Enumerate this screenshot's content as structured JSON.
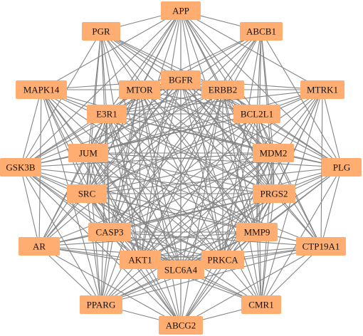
{
  "diagram": {
    "type": "network",
    "node_color": "#FFAD71",
    "edge_color": "#858585",
    "nodes": [
      {
        "id": "APP",
        "label": "APP"
      },
      {
        "id": "PGR",
        "label": "PGR"
      },
      {
        "id": "ABCB1",
        "label": "ABCB1"
      },
      {
        "id": "BGFR",
        "label": "BGFR"
      },
      {
        "id": "MAPK14",
        "label": "MAPK14"
      },
      {
        "id": "MTOR",
        "label": "MTOR"
      },
      {
        "id": "ERBB2",
        "label": "ERBB2"
      },
      {
        "id": "MTRK1",
        "label": "MTRK1"
      },
      {
        "id": "E3R1",
        "label": "E3R1"
      },
      {
        "id": "BCL2L1",
        "label": "BCL2L1"
      },
      {
        "id": "JUM",
        "label": "JUM"
      },
      {
        "id": "MDM2",
        "label": "MDM2"
      },
      {
        "id": "GSK3B",
        "label": "GSK3B"
      },
      {
        "id": "PLG",
        "label": "PLG"
      },
      {
        "id": "SRC",
        "label": "SRC"
      },
      {
        "id": "PRGS2",
        "label": "PRGS2"
      },
      {
        "id": "CASP3",
        "label": "CASP3"
      },
      {
        "id": "MMP9",
        "label": "MMP9"
      },
      {
        "id": "AR",
        "label": "AR"
      },
      {
        "id": "CTP19A1",
        "label": "CTP19A1"
      },
      {
        "id": "AKT1",
        "label": "AKT1"
      },
      {
        "id": "PRKCA",
        "label": "PRKCA"
      },
      {
        "id": "SLC6A4",
        "label": "SLC6A4"
      },
      {
        "id": "PPARG",
        "label": "PPARG"
      },
      {
        "id": "CMR1",
        "label": "CMR1"
      },
      {
        "id": "ABCG2",
        "label": "ABCG2"
      }
    ],
    "edges": [
      [
        "APP",
        "PGR"
      ],
      [
        "APP",
        "ABCB1"
      ],
      [
        "APP",
        "BGFR"
      ],
      [
        "APP",
        "MTOR"
      ],
      [
        "APP",
        "ERBB2"
      ],
      [
        "APP",
        "E3R1"
      ],
      [
        "APP",
        "BCL2L1"
      ],
      [
        "APP",
        "JUM"
      ],
      [
        "APP",
        "MDM2"
      ],
      [
        "APP",
        "SRC"
      ],
      [
        "APP",
        "PRGS2"
      ],
      [
        "APP",
        "CASP3"
      ],
      [
        "APP",
        "MMP9"
      ],
      [
        "APP",
        "AKT1"
      ],
      [
        "APP",
        "PRKCA"
      ],
      [
        "APP",
        "SLC6A4"
      ],
      [
        "APP",
        "MAPK14"
      ],
      [
        "APP",
        "MTRK1"
      ],
      [
        "APP",
        "GSK3B"
      ],
      [
        "APP",
        "PLG"
      ],
      [
        "PGR",
        "MTOR"
      ],
      [
        "PGR",
        "E3R1"
      ],
      [
        "PGR",
        "JUM"
      ],
      [
        "PGR",
        "SRC"
      ],
      [
        "PGR",
        "CASP3"
      ],
      [
        "PGR",
        "AKT1"
      ],
      [
        "PGR",
        "ERBB2"
      ],
      [
        "PGR",
        "BGFR"
      ],
      [
        "PGR",
        "MDM2"
      ],
      [
        "PGR",
        "PRGS2"
      ],
      [
        "PGR",
        "MMP9"
      ],
      [
        "PGR",
        "BCL2L1"
      ],
      [
        "PGR",
        "SLC6A4"
      ],
      [
        "PGR",
        "GSK3B"
      ],
      [
        "ABCB1",
        "MTOR"
      ],
      [
        "ABCB1",
        "ERBB2"
      ],
      [
        "ABCB1",
        "BCL2L1"
      ],
      [
        "ABCB1",
        "MDM2"
      ],
      [
        "ABCB1",
        "PRGS2"
      ],
      [
        "ABCB1",
        "MMP9"
      ],
      [
        "ABCB1",
        "AKT1"
      ],
      [
        "ABCB1",
        "PRKCA"
      ],
      [
        "ABCB1",
        "SRC"
      ],
      [
        "ABCB1",
        "CASP3"
      ],
      [
        "ABCB1",
        "E3R1"
      ],
      [
        "ABCB1",
        "PLG"
      ],
      [
        "ABCB1",
        "JUM"
      ],
      [
        "MAPK14",
        "MTOR"
      ],
      [
        "MAPK14",
        "E3R1"
      ],
      [
        "MAPK14",
        "JUM"
      ],
      [
        "MAPK14",
        "SRC"
      ],
      [
        "MAPK14",
        "CASP3"
      ],
      [
        "MAPK14",
        "AKT1"
      ],
      [
        "MAPK14",
        "BGFR"
      ],
      [
        "MAPK14",
        "ERBB2"
      ],
      [
        "MAPK14",
        "MDM2"
      ],
      [
        "MAPK14",
        "PRGS2"
      ],
      [
        "MAPK14",
        "MMP9"
      ],
      [
        "MAPK14",
        "SLC6A4"
      ],
      [
        "MAPK14",
        "PPARG"
      ],
      [
        "MAPK14",
        "GSK3B"
      ],
      [
        "MAPK14",
        "AR"
      ],
      [
        "MAPK14",
        "PRKCA"
      ],
      [
        "MTRK1",
        "ERBB2"
      ],
      [
        "MTRK1",
        "BCL2L1"
      ],
      [
        "MTRK1",
        "MDM2"
      ],
      [
        "MTRK1",
        "PRGS2"
      ],
      [
        "MTRK1",
        "MMP9"
      ],
      [
        "MTRK1",
        "CTP19A1"
      ],
      [
        "MTRK1",
        "PRKCA"
      ],
      [
        "MTRK1",
        "AKT1"
      ],
      [
        "MTRK1",
        "SRC"
      ],
      [
        "MTRK1",
        "CASP3"
      ],
      [
        "MTRK1",
        "MTOR"
      ],
      [
        "MTRK1",
        "BGFR"
      ],
      [
        "MTRK1",
        "E3R1"
      ],
      [
        "MTRK1",
        "JUM"
      ],
      [
        "MTRK1",
        "CMR1"
      ],
      [
        "MTRK1",
        "PLG"
      ],
      [
        "GSK3B",
        "JUM"
      ],
      [
        "GSK3B",
        "E3R1"
      ],
      [
        "GSK3B",
        "SRC"
      ],
      [
        "GSK3B",
        "CASP3"
      ],
      [
        "GSK3B",
        "AKT1"
      ],
      [
        "GSK3B",
        "MTOR"
      ],
      [
        "GSK3B",
        "BGFR"
      ],
      [
        "GSK3B",
        "MDM2"
      ],
      [
        "GSK3B",
        "PRGS2"
      ],
      [
        "GSK3B",
        "MMP9"
      ],
      [
        "GSK3B",
        "BCL2L1"
      ],
      [
        "GSK3B",
        "SLC6A4"
      ],
      [
        "GSK3B",
        "PPARG"
      ],
      [
        "GSK3B",
        "ABCG2"
      ],
      [
        "GSK3B",
        "AR"
      ],
      [
        "GSK3B",
        "ERBB2"
      ],
      [
        "GSK3B",
        "PRKCA"
      ],
      [
        "PLG",
        "MDM2"
      ],
      [
        "PLG",
        "PRGS2"
      ],
      [
        "PLG",
        "BCL2L1"
      ],
      [
        "PLG",
        "MMP9"
      ],
      [
        "PLG",
        "CTP19A1"
      ],
      [
        "PLG",
        "AKT1"
      ],
      [
        "PLG",
        "SRC"
      ],
      [
        "PLG",
        "CASP3"
      ],
      [
        "PLG",
        "JUM"
      ],
      [
        "PLG",
        "E3R1"
      ],
      [
        "PLG",
        "MTOR"
      ],
      [
        "PLG",
        "ERBB2"
      ],
      [
        "PLG",
        "BGFR"
      ],
      [
        "PLG",
        "PRKCA"
      ],
      [
        "PLG",
        "SLC6A4"
      ],
      [
        "PLG",
        "CMR1"
      ],
      [
        "AR",
        "SRC"
      ],
      [
        "AR",
        "CASP3"
      ],
      [
        "AR",
        "AKT1"
      ],
      [
        "AR",
        "JUM"
      ],
      [
        "AR",
        "E3R1"
      ],
      [
        "AR",
        "PPARG"
      ],
      [
        "AR",
        "ABCG2"
      ],
      [
        "AR",
        "SLC6A4"
      ],
      [
        "AR",
        "MTOR"
      ],
      [
        "AR",
        "BGFR"
      ],
      [
        "AR",
        "MDM2"
      ],
      [
        "AR",
        "PRGS2"
      ],
      [
        "AR",
        "MMP9"
      ],
      [
        "AR",
        "ERBB2"
      ],
      [
        "AR",
        "PRKCA"
      ],
      [
        "CTP19A1",
        "MMP9"
      ],
      [
        "CTP19A1",
        "PRGS2"
      ],
      [
        "CTP19A1",
        "MDM2"
      ],
      [
        "CTP19A1",
        "BCL2L1"
      ],
      [
        "CTP19A1",
        "PRKCA"
      ],
      [
        "CTP19A1",
        "AKT1"
      ],
      [
        "CTP19A1",
        "SLC6A4"
      ],
      [
        "CTP19A1",
        "CASP3"
      ],
      [
        "CTP19A1",
        "SRC"
      ],
      [
        "CTP19A1",
        "ERBB2"
      ],
      [
        "CTP19A1",
        "BGFR"
      ],
      [
        "CTP19A1",
        "CMR1"
      ],
      [
        "CTP19A1",
        "ABCG2"
      ],
      [
        "CTP19A1",
        "PPARG"
      ],
      [
        "CTP19A1",
        "JUM"
      ],
      [
        "PPARG",
        "AKT1"
      ],
      [
        "PPARG",
        "SLC6A4"
      ],
      [
        "PPARG",
        "CASP3"
      ],
      [
        "PPARG",
        "SRC"
      ],
      [
        "PPARG",
        "JUM"
      ],
      [
        "PPARG",
        "E3R1"
      ],
      [
        "PPARG",
        "MTOR"
      ],
      [
        "PPARG",
        "BGFR"
      ],
      [
        "PPARG",
        "PRKCA"
      ],
      [
        "PPARG",
        "MMP9"
      ],
      [
        "PPARG",
        "ABCG2"
      ],
      [
        "PPARG",
        "PRGS2"
      ],
      [
        "PPARG",
        "MDM2"
      ],
      [
        "PPARG",
        "ERBB2"
      ],
      [
        "CMR1",
        "PRKCA"
      ],
      [
        "CMR1",
        "MMP9"
      ],
      [
        "CMR1",
        "PRGS2"
      ],
      [
        "CMR1",
        "MDM2"
      ],
      [
        "CMR1",
        "SLC6A4"
      ],
      [
        "CMR1",
        "AKT1"
      ],
      [
        "CMR1",
        "CASP3"
      ],
      [
        "CMR1",
        "SRC"
      ],
      [
        "CMR1",
        "BCL2L1"
      ],
      [
        "CMR1",
        "ERBB2"
      ],
      [
        "CMR1",
        "ABCG2"
      ],
      [
        "CMR1",
        "MTOR"
      ],
      [
        "CMR1",
        "BGFR"
      ],
      [
        "ABCG2",
        "AKT1"
      ],
      [
        "ABCG2",
        "SLC6A4"
      ],
      [
        "ABCG2",
        "PRKCA"
      ],
      [
        "ABCG2",
        "CASP3"
      ],
      [
        "ABCG2",
        "SRC"
      ],
      [
        "ABCG2",
        "MMP9"
      ],
      [
        "ABCG2",
        "PRGS2"
      ],
      [
        "ABCG2",
        "MDM2"
      ],
      [
        "ABCG2",
        "JUM"
      ],
      [
        "ABCG2",
        "E3R1"
      ],
      [
        "ABCG2",
        "MTOR"
      ],
      [
        "ABCG2",
        "BGFR"
      ],
      [
        "ABCG2",
        "ERBB2"
      ],
      [
        "BGFR",
        "MTOR"
      ],
      [
        "BGFR",
        "ERBB2"
      ],
      [
        "BGFR",
        "E3R1"
      ],
      [
        "BGFR",
        "BCL2L1"
      ],
      [
        "BGFR",
        "JUM"
      ],
      [
        "BGFR",
        "MDM2"
      ],
      [
        "BGFR",
        "SRC"
      ],
      [
        "BGFR",
        "PRGS2"
      ],
      [
        "BGFR",
        "CASP3"
      ],
      [
        "BGFR",
        "MMP9"
      ],
      [
        "BGFR",
        "AKT1"
      ],
      [
        "BGFR",
        "PRKCA"
      ],
      [
        "BGFR",
        "SLC6A4"
      ],
      [
        "MTOR",
        "ERBB2"
      ],
      [
        "MTOR",
        "E3R1"
      ],
      [
        "MTOR",
        "BCL2L1"
      ],
      [
        "MTOR",
        "JUM"
      ],
      [
        "MTOR",
        "MDM2"
      ],
      [
        "MTOR",
        "SRC"
      ],
      [
        "MTOR",
        "PRGS2"
      ],
      [
        "MTOR",
        "CASP3"
      ],
      [
        "MTOR",
        "MMP9"
      ],
      [
        "MTOR",
        "AKT1"
      ],
      [
        "MTOR",
        "PRKCA"
      ],
      [
        "MTOR",
        "SLC6A4"
      ],
      [
        "ERBB2",
        "E3R1"
      ],
      [
        "ERBB2",
        "BCL2L1"
      ],
      [
        "ERBB2",
        "JUM"
      ],
      [
        "ERBB2",
        "MDM2"
      ],
      [
        "ERBB2",
        "SRC"
      ],
      [
        "ERBB2",
        "PRGS2"
      ],
      [
        "ERBB2",
        "CASP3"
      ],
      [
        "ERBB2",
        "MMP9"
      ],
      [
        "ERBB2",
        "AKT1"
      ],
      [
        "ERBB2",
        "PRKCA"
      ],
      [
        "ERBB2",
        "SLC6A4"
      ],
      [
        "E3R1",
        "BCL2L1"
      ],
      [
        "E3R1",
        "JUM"
      ],
      [
        "E3R1",
        "MDM2"
      ],
      [
        "E3R1",
        "SRC"
      ],
      [
        "E3R1",
        "PRGS2"
      ],
      [
        "E3R1",
        "CASP3"
      ],
      [
        "E3R1",
        "MMP9"
      ],
      [
        "E3R1",
        "AKT1"
      ],
      [
        "E3R1",
        "PRKCA"
      ],
      [
        "E3R1",
        "SLC6A4"
      ],
      [
        "BCL2L1",
        "JUM"
      ],
      [
        "BCL2L1",
        "MDM2"
      ],
      [
        "BCL2L1",
        "SRC"
      ],
      [
        "BCL2L1",
        "PRGS2"
      ],
      [
        "BCL2L1",
        "CASP3"
      ],
      [
        "BCL2L1",
        "MMP9"
      ],
      [
        "BCL2L1",
        "AKT1"
      ],
      [
        "BCL2L1",
        "PRKCA"
      ],
      [
        "BCL2L1",
        "SLC6A4"
      ],
      [
        "JUM",
        "MDM2"
      ],
      [
        "JUM",
        "SRC"
      ],
      [
        "JUM",
        "PRGS2"
      ],
      [
        "JUM",
        "CASP3"
      ],
      [
        "JUM",
        "MMP9"
      ],
      [
        "JUM",
        "AKT1"
      ],
      [
        "JUM",
        "PRKCA"
      ],
      [
        "JUM",
        "SLC6A4"
      ],
      [
        "MDM2",
        "SRC"
      ],
      [
        "MDM2",
        "PRGS2"
      ],
      [
        "MDM2",
        "CASP3"
      ],
      [
        "MDM2",
        "MMP9"
      ],
      [
        "MDM2",
        "AKT1"
      ],
      [
        "MDM2",
        "PRKCA"
      ],
      [
        "MDM2",
        "SLC6A4"
      ],
      [
        "SRC",
        "PRGS2"
      ],
      [
        "SRC",
        "CASP3"
      ],
      [
        "SRC",
        "MMP9"
      ],
      [
        "SRC",
        "AKT1"
      ],
      [
        "SRC",
        "PRKCA"
      ],
      [
        "SRC",
        "SLC6A4"
      ],
      [
        "PRGS2",
        "CASP3"
      ],
      [
        "PRGS2",
        "MMP9"
      ],
      [
        "PRGS2",
        "AKT1"
      ],
      [
        "PRGS2",
        "PRKCA"
      ],
      [
        "PRGS2",
        "SLC6A4"
      ],
      [
        "CASP3",
        "MMP9"
      ],
      [
        "CASP3",
        "AKT1"
      ],
      [
        "CASP3",
        "PRKCA"
      ],
      [
        "CASP3",
        "SLC6A4"
      ],
      [
        "MMP9",
        "AKT1"
      ],
      [
        "MMP9",
        "PRKCA"
      ],
      [
        "MMP9",
        "SLC6A4"
      ],
      [
        "AKT1",
        "PRKCA"
      ],
      [
        "AKT1",
        "SLC6A4"
      ],
      [
        "PRKCA",
        "SLC6A4"
      ]
    ]
  }
}
